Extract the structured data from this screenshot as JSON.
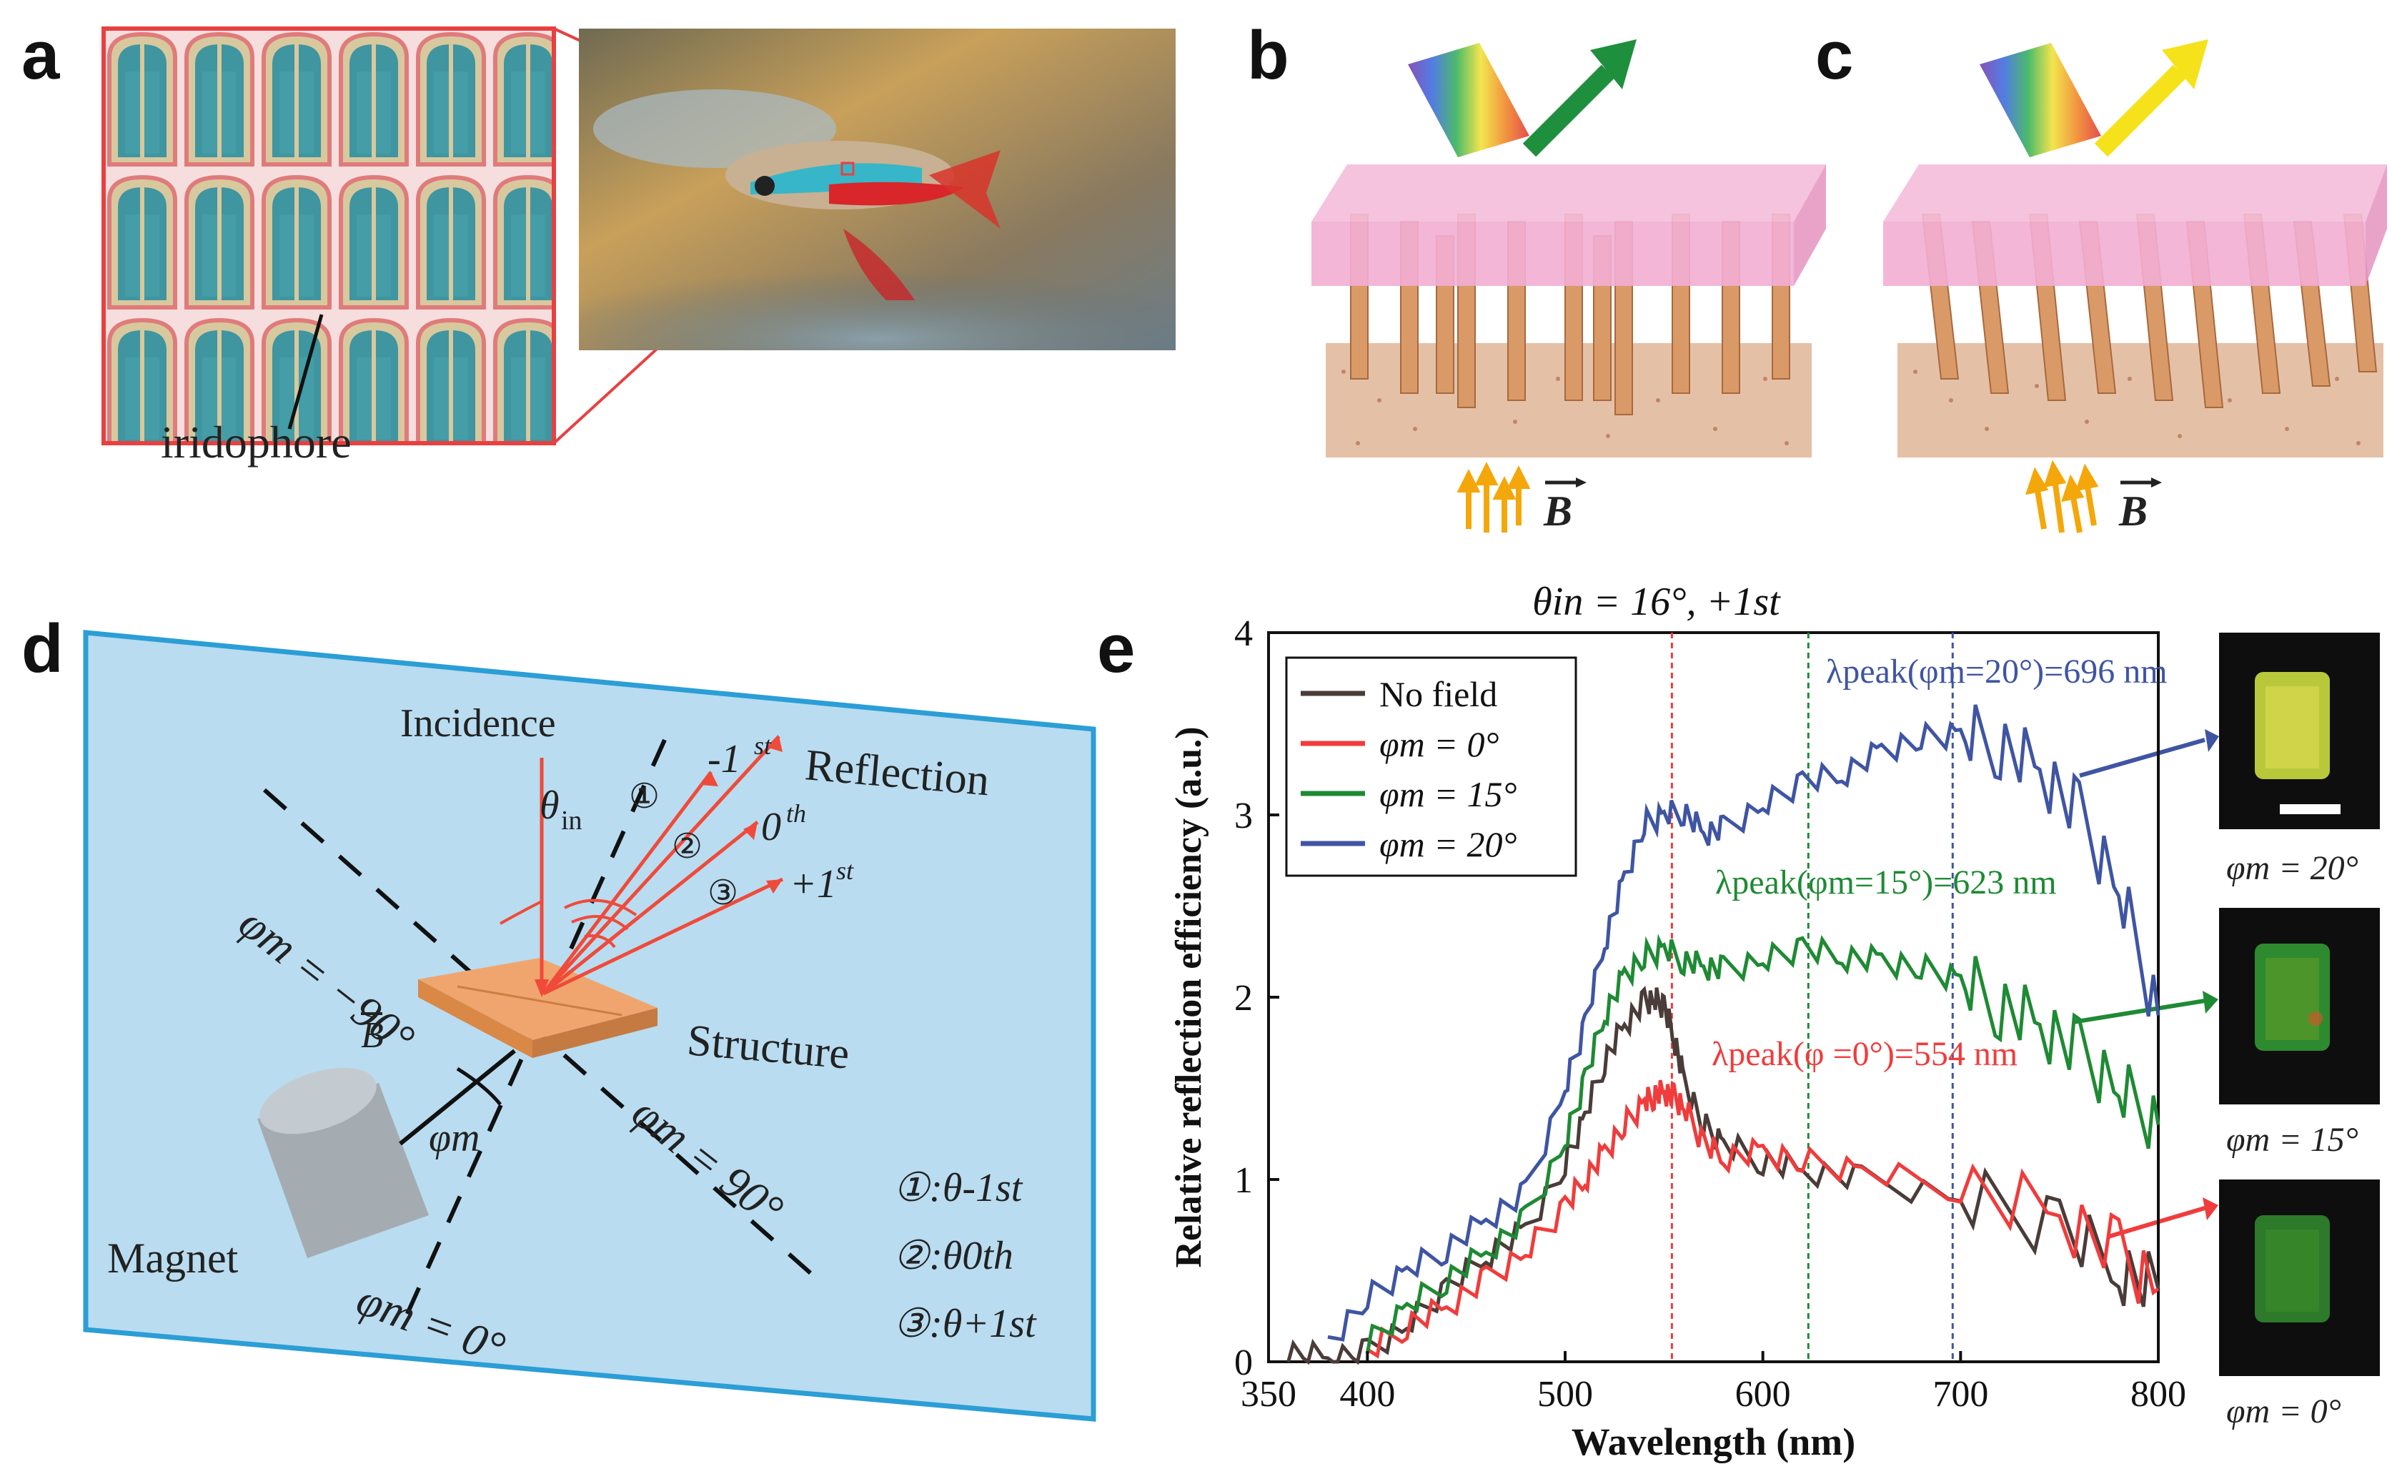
{
  "panels": {
    "a": {
      "letter": "a",
      "label": "iridophore"
    },
    "b": {
      "letter": "b",
      "field_label": "B"
    },
    "c": {
      "letter": "c",
      "field_label": "B"
    },
    "d": {
      "letter": "d",
      "incidence": "Incidence",
      "theta_in": "θ",
      "theta_in_sub": "in",
      "reflection": "Reflection",
      "orders": [
        "-1",
        "0",
        "+1"
      ],
      "order_sups": [
        "st",
        "th",
        "st"
      ],
      "order_nums": [
        "①",
        "②",
        "③"
      ],
      "phi_m_neg90": "φm = −90°",
      "phi_m_90": "φm = 90°",
      "phi_m_0": "φm = 0°",
      "phi_m_angle": "φm",
      "b_vector": "B",
      "structure": "Structure",
      "magnet": "Magnet",
      "legend": [
        "①:θ-1st",
        "②:θ0th",
        "③:θ+1st"
      ]
    },
    "e": {
      "letter": "e"
    },
    "insets": {
      "labels": [
        "φm = 20°",
        "φm = 15°",
        "φm = 0°"
      ]
    }
  },
  "colors": {
    "no_field": "#4a3c38",
    "phi0": "#f03c3c",
    "phi15": "#1f8a34",
    "phi20": "#3f55a3",
    "panel_d_bg": "#b9dcf0",
    "panel_d_border": "#2b9ed6",
    "pink_layer": "#f2aed3",
    "pillar": "#d99a68",
    "substrate": "#e4c1a6"
  },
  "chart_data": {
    "type": "line",
    "title": "θin = 16°, +1st",
    "xlabel": "Wavelength (nm)",
    "ylabel": "Relative reflection efficiency (a.u.)",
    "xlim": [
      350,
      800
    ],
    "ylim": [
      0,
      4
    ],
    "xticks": [
      350,
      400,
      500,
      600,
      700,
      800
    ],
    "yticks": [
      0,
      1,
      2,
      3,
      4
    ],
    "legend_position": "top-left",
    "series": [
      {
        "name": "No field",
        "x": [
          360,
          380,
          400,
          420,
          440,
          460,
          480,
          500,
          510,
          520,
          530,
          540,
          545,
          550,
          555,
          560,
          570,
          580,
          600,
          620,
          650,
          700,
          750,
          780,
          800
        ],
        "y": [
          0.05,
          0.02,
          0.05,
          0.2,
          0.4,
          0.58,
          0.72,
          1.08,
          1.35,
          1.65,
          1.85,
          1.97,
          1.99,
          1.95,
          1.78,
          1.55,
          1.3,
          1.2,
          1.1,
          1.05,
          1.0,
          0.9,
          0.75,
          0.5,
          0.4
        ]
      },
      {
        "name": "φm = 0°",
        "x": [
          400,
          420,
          440,
          460,
          480,
          500,
          510,
          520,
          530,
          540,
          545,
          550,
          555,
          560,
          570,
          580,
          600,
          620,
          650,
          700,
          750,
          780,
          800
        ],
        "y": [
          0.05,
          0.2,
          0.3,
          0.45,
          0.6,
          0.85,
          1.0,
          1.15,
          1.3,
          1.42,
          1.46,
          1.48,
          1.45,
          1.4,
          1.2,
          1.12,
          1.15,
          1.1,
          1.05,
          0.95,
          0.8,
          0.6,
          0.4
        ]
      },
      {
        "name": "φm = 15°",
        "x": [
          400,
          420,
          440,
          460,
          480,
          500,
          510,
          520,
          530,
          540,
          550,
          560,
          570,
          580,
          600,
          620,
          640,
          660,
          680,
          700,
          720,
          740,
          760,
          780,
          800
        ],
        "y": [
          0.1,
          0.3,
          0.45,
          0.6,
          0.78,
          1.2,
          1.55,
          1.9,
          2.12,
          2.22,
          2.27,
          2.2,
          2.17,
          2.15,
          2.2,
          2.27,
          2.22,
          2.2,
          2.16,
          2.1,
          1.95,
          1.85,
          1.7,
          1.5,
          1.3
        ]
      },
      {
        "name": "φm = 20°",
        "x": [
          380,
          400,
          420,
          440,
          460,
          480,
          500,
          510,
          520,
          530,
          540,
          550,
          560,
          570,
          580,
          600,
          620,
          640,
          660,
          680,
          700,
          720,
          740,
          760,
          780,
          800
        ],
        "y": [
          0.1,
          0.35,
          0.5,
          0.62,
          0.78,
          0.92,
          1.5,
          1.85,
          2.3,
          2.65,
          2.95,
          3.0,
          3.02,
          2.9,
          2.92,
          3.05,
          3.18,
          3.22,
          3.35,
          3.42,
          3.45,
          3.38,
          3.25,
          3.0,
          2.6,
          1.9
        ]
      }
    ],
    "annotations": [
      {
        "text": "λpeak(φm=20°)=696 nm",
        "x": 696,
        "color": "#3f55a3"
      },
      {
        "text": "λpeak(φm=15°)=623 nm",
        "x": 623,
        "color": "#1f8a34"
      },
      {
        "text": "λpeak(φ =0°)=554 nm",
        "x": 554,
        "color": "#f03c3c"
      }
    ],
    "vlines": [
      {
        "x": 554,
        "color": "#f03c3c"
      },
      {
        "x": 623,
        "color": "#1f8a34"
      },
      {
        "x": 696,
        "color": "#3f55a3"
      }
    ]
  }
}
